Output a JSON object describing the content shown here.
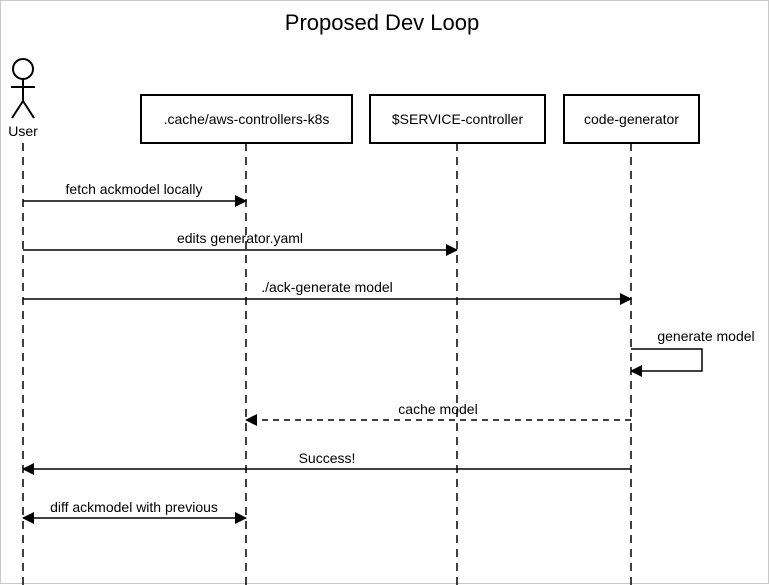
{
  "title": "Proposed Dev Loop",
  "actor": {
    "label": "User"
  },
  "participants": [
    {
      "id": "cache",
      "label": ".cache/aws-controllers-k8s"
    },
    {
      "id": "service",
      "label": "$SERVICE-controller"
    },
    {
      "id": "codegen",
      "label": "code-generator"
    }
  ],
  "messages": [
    {
      "label": "fetch ackmodel locally",
      "from": "user",
      "to": "cache",
      "style": "solid"
    },
    {
      "label": "edits generator.yaml",
      "from": "user",
      "to": "service",
      "style": "solid"
    },
    {
      "label": "./ack-generate model",
      "from": "user",
      "to": "codegen",
      "style": "solid"
    },
    {
      "label": "generate model",
      "from": "codegen",
      "to": "codegen",
      "style": "self"
    },
    {
      "label": "cache model",
      "from": "codegen",
      "to": "cache",
      "style": "dashed"
    },
    {
      "label": "Success!",
      "from": "codegen",
      "to": "user",
      "style": "solid"
    },
    {
      "label": "diff ackmodel with previous",
      "from": "user",
      "to": "cache",
      "style": "bidirectional"
    }
  ]
}
